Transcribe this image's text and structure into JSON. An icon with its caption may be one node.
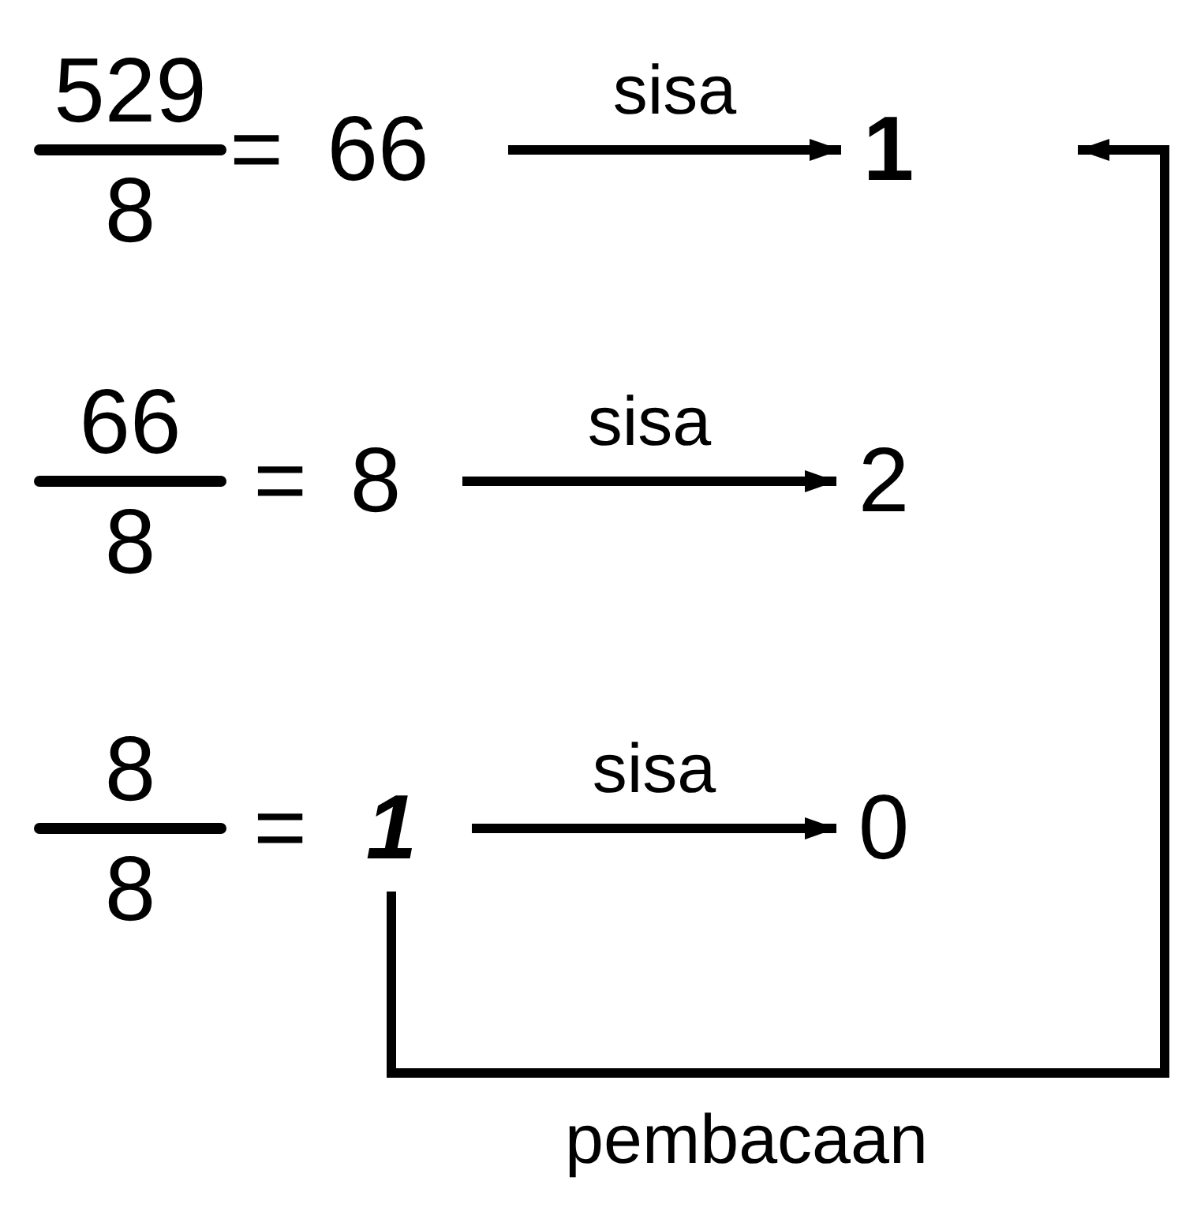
{
  "diagram": {
    "nodes": [
      {
        "text": [
          "66"
        ]
      },
      {
        "text": [
          "1"
        ]
      },
      {
        "text": [
          "8"
        ]
      },
      {
        "text": [
          "2"
        ]
      },
      {
        "text": [
          "1"
        ]
      },
      {
        "text": [
          "0"
        ]
      }
    ],
    "edges": [
      {
        "from": 0,
        "to": 1,
        "arrow": "to",
        "label": "sisa"
      },
      {
        "from": 2,
        "to": 3,
        "arrow": "to",
        "label": "sisa"
      },
      {
        "from": 4,
        "to": 5,
        "arrow": "to",
        "label": "sisa"
      },
      {
        "from": 4,
        "to": 1,
        "arrow": "to",
        "label": "pembacaan"
      }
    ],
    "labels": [
      "529",
      "8",
      "=",
      "66",
      "8",
      "=",
      "8",
      "8",
      "="
    ]
  }
}
